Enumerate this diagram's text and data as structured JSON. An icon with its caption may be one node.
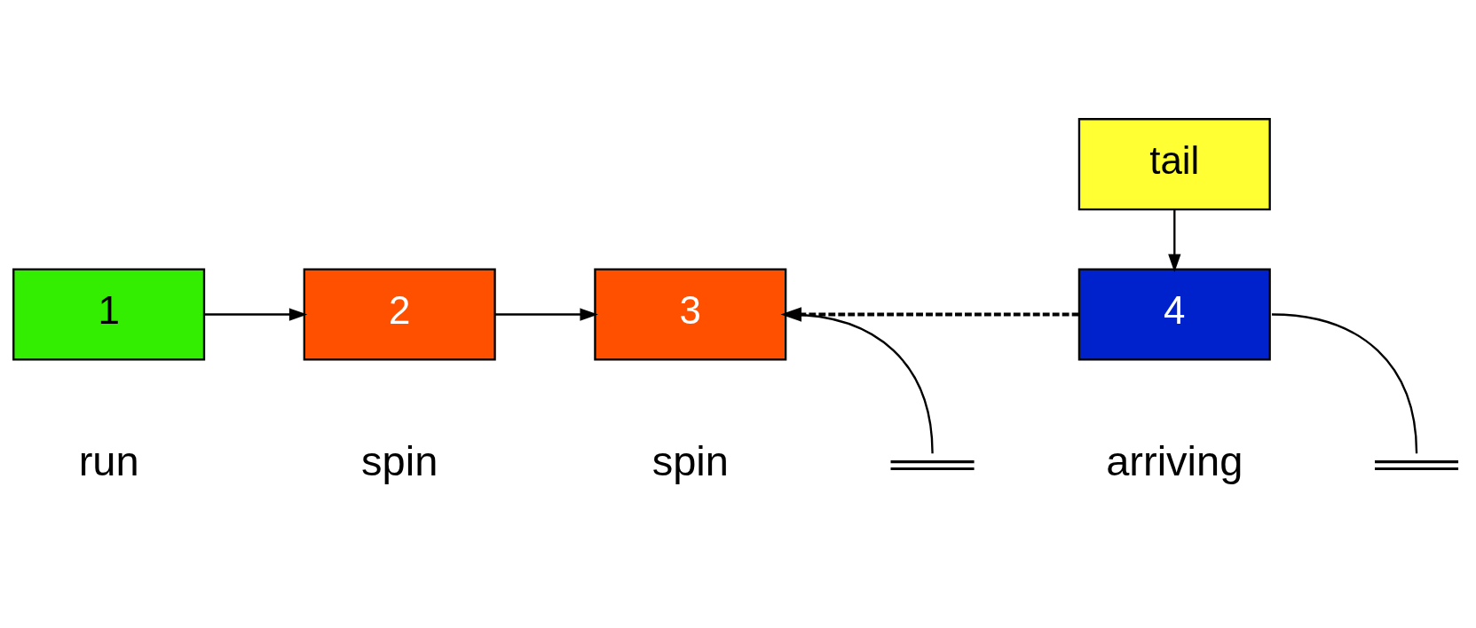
{
  "diagram": {
    "nodes": [
      {
        "text": [
          "1"
        ],
        "beside": [
          "run"
        ]
      },
      {
        "text": [
          "2"
        ],
        "beside": [
          "spin"
        ]
      },
      {
        "text": [
          "3"
        ],
        "beside": [
          "spin"
        ]
      },
      {
        "text": [
          "4"
        ],
        "beside": [
          "arriving"
        ]
      },
      {
        "text": [
          "tail"
        ]
      },
      {
        "text": [],
        "shape": "ground"
      },
      {
        "text": [],
        "shape": "ground"
      }
    ],
    "edges": [
      {
        "from": 0,
        "to": 1,
        "arrow": "to"
      },
      {
        "from": 1,
        "to": 2,
        "arrow": "to"
      },
      {
        "from": 4,
        "to": 3,
        "arrow": "to"
      },
      {
        "from": 3,
        "to": 2,
        "arrow": "to",
        "style": "dashed"
      },
      {
        "from": 2,
        "to": 5,
        "arrow": "none"
      },
      {
        "from": 3,
        "to": 6,
        "arrow": "none"
      }
    ]
  }
}
